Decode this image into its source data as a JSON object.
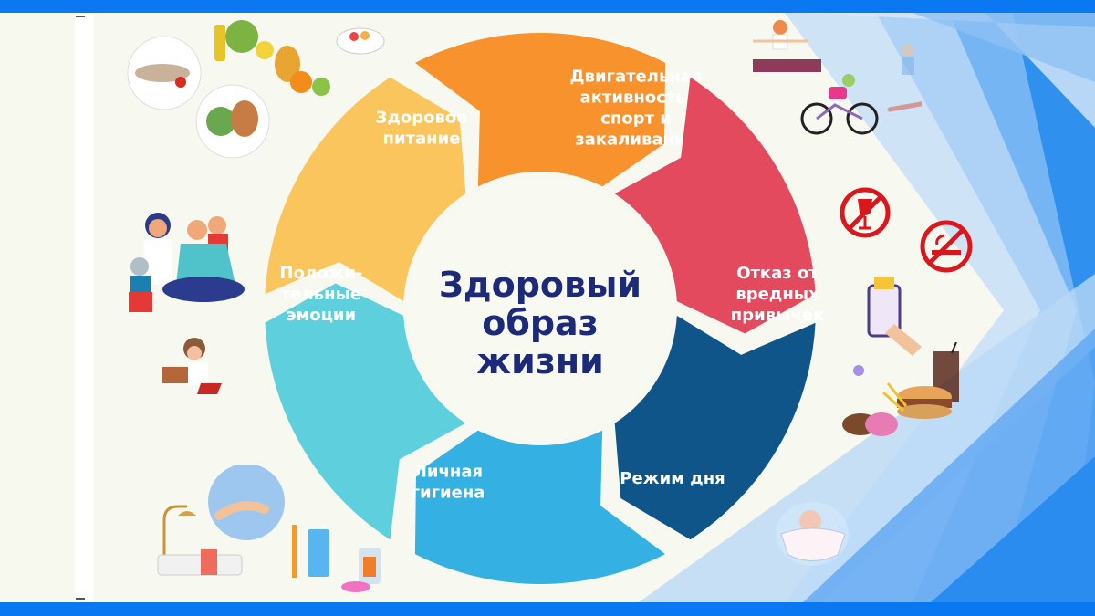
{
  "center_title": [
    "Здоровый",
    "образ",
    "жизни"
  ],
  "segments": [
    {
      "id": "healthy-eating",
      "lines": [
        "Здоровое",
        "питание"
      ],
      "color": "#fbc55d"
    },
    {
      "id": "physical-activity",
      "lines": [
        "Двигательная",
        "активность,",
        "спорт и",
        "закаливание"
      ],
      "color": "#f7922d"
    },
    {
      "id": "no-bad-habits",
      "lines": [
        "Отказ от",
        "вредных",
        "привычек"
      ],
      "color": "#e34a5e"
    },
    {
      "id": "daily-routine",
      "lines": [
        "Режим дня"
      ],
      "color": "#0f5589"
    },
    {
      "id": "personal-hygiene",
      "lines": [
        "Личная",
        "гигиена"
      ],
      "color": "#35b0e2"
    },
    {
      "id": "positive-emotions",
      "lines": [
        "Положи-",
        "тельные",
        "эмоции"
      ],
      "color": "#5ecfdc"
    }
  ],
  "colors": {
    "title": "#1c2a78",
    "frame_blue": "#0a78f0",
    "background": "#f7f9f0"
  },
  "illustrations": {
    "food": "healthy-food-illustration",
    "sport": "sport-illustration",
    "bad_habits": "no-alcohol-no-smoking-icons",
    "fast_food": "fast-food-illustration",
    "sleep": "sleeping-child-illustration",
    "hygiene": "hygiene-items-illustration",
    "family": "happy-family-illustration"
  }
}
